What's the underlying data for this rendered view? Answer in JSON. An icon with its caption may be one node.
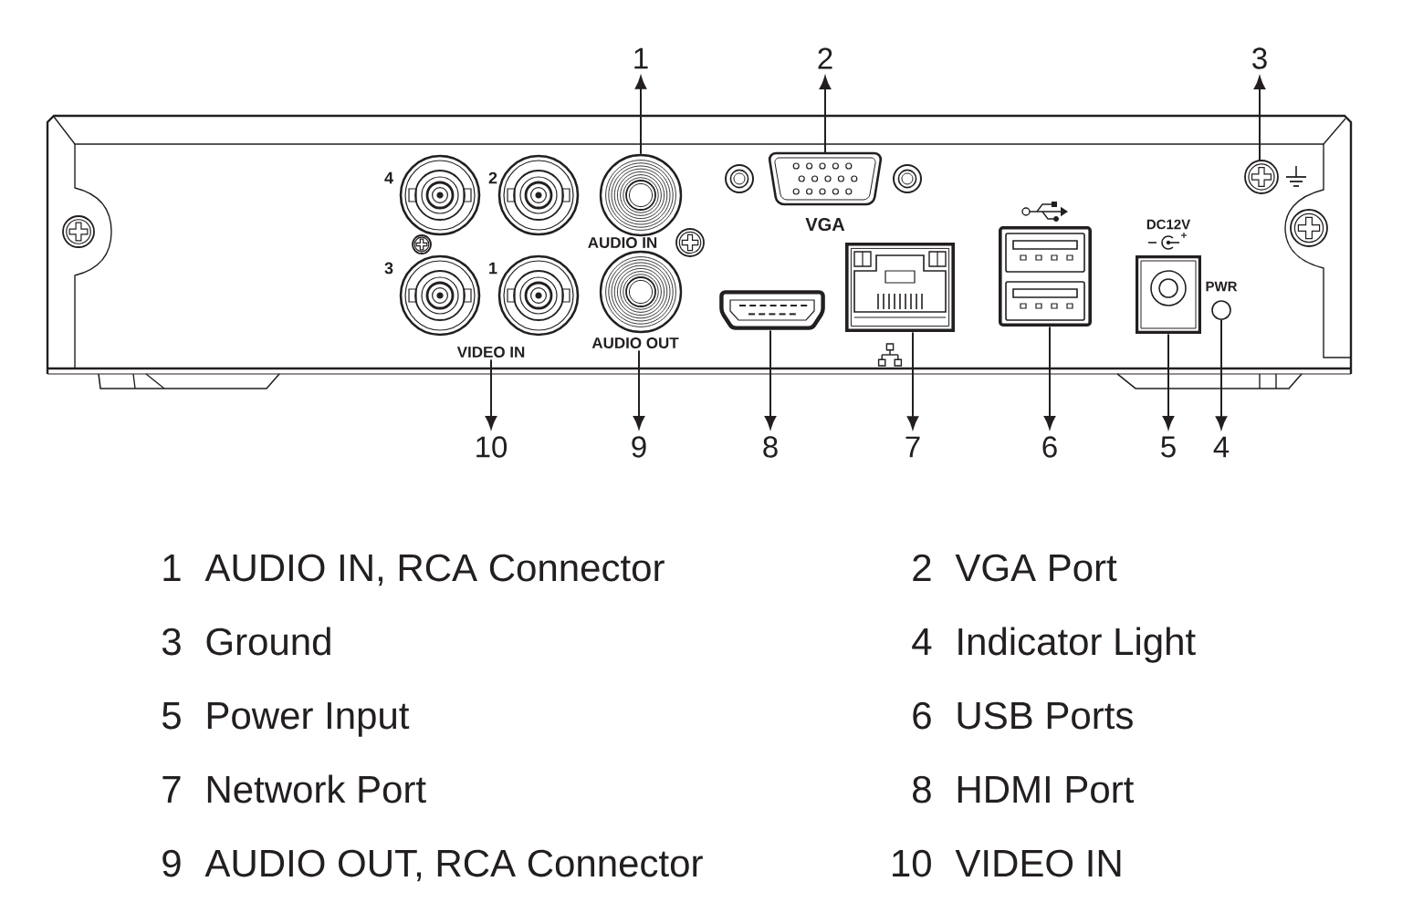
{
  "diagram": {
    "nodes": [
      {
        "text": [
          "1"
        ]
      },
      {
        "text": [
          "2"
        ]
      },
      {
        "text": [
          "3"
        ]
      },
      {
        "text": [],
        "shape": "circle",
        "beside": [
          "AUDIO IN"
        ]
      },
      {
        "text": [],
        "shape": "picture",
        "beside": [
          "VGA"
        ]
      },
      {
        "text": [],
        "shape": "picture"
      },
      {
        "text": [
          "VIDEO IN"
        ]
      },
      {
        "text": [
          "AUDIO OUT"
        ]
      },
      {
        "text": [],
        "shape": "picture"
      },
      {
        "text": [],
        "shape": "picture"
      },
      {
        "text": [],
        "shape": "picture"
      },
      {
        "text": [],
        "shape": "picture",
        "beside": [
          "DC12V"
        ]
      },
      {
        "text": [],
        "shape": "circle",
        "beside": [
          "PWR"
        ]
      },
      {
        "text": [
          "10"
        ]
      },
      {
        "text": [
          "9"
        ]
      },
      {
        "text": [
          "8"
        ]
      },
      {
        "text": [
          "7"
        ]
      },
      {
        "text": [
          "6"
        ]
      },
      {
        "text": [
          "5"
        ]
      },
      {
        "text": [
          "4"
        ]
      },
      {
        "text": [],
        "shape": "circle",
        "beside": [
          "4"
        ]
      },
      {
        "text": [],
        "shape": "circle",
        "beside": [
          "2"
        ]
      },
      {
        "text": [],
        "shape": "circle",
        "beside": [
          "3"
        ]
      },
      {
        "text": [],
        "shape": "circle",
        "beside": [
          "1"
        ]
      },
      {
        "text": [],
        "shape": "circle"
      },
      {
        "text": [],
        "shape": "picture"
      },
      {
        "text": [],
        "shape": "picture"
      },
      {
        "text": [],
        "shape": "picture"
      },
      {
        "text": [],
        "shape": "picture"
      },
      {
        "text": [],
        "shape": "circle"
      },
      {
        "text": [],
        "shape": "circle"
      }
    ],
    "edges": [
      {
        "from": 3,
        "to": 0,
        "arrow": "to"
      },
      {
        "from": 4,
        "to": 1,
        "arrow": "to"
      },
      {
        "from": 5,
        "to": 2,
        "arrow": "to"
      },
      {
        "from": 6,
        "to": 13,
        "arrow": "to"
      },
      {
        "from": 7,
        "to": 14,
        "arrow": "to"
      },
      {
        "from": 8,
        "to": 15,
        "arrow": "to"
      },
      {
        "from": 9,
        "to": 16,
        "arrow": "to"
      },
      {
        "from": 10,
        "to": 17,
        "arrow": "to"
      },
      {
        "from": 11,
        "to": 18,
        "arrow": "to"
      },
      {
        "from": 12,
        "to": 19,
        "arrow": "to"
      }
    ],
    "labels": [
      "1",
      "AUDIO IN, RCA Connector",
      "2",
      "VGA Port",
      "3",
      "Ground",
      "4",
      "Indicator Light",
      "5",
      "Power Input",
      "6",
      "USB Ports",
      "7",
      "Network Port",
      "8",
      "HDMI Port",
      "9",
      "AUDIO OUT, RCA Connector",
      "10",
      "VIDEO IN"
    ]
  }
}
